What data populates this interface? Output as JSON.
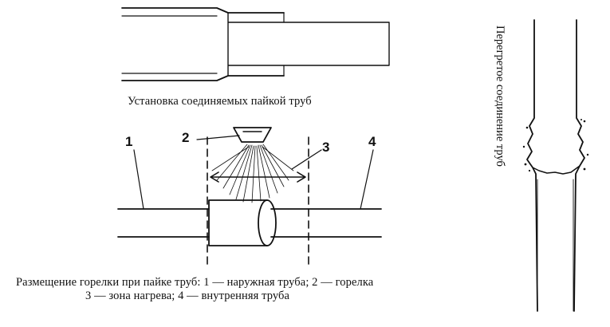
{
  "captions": {
    "top": "Установка соединяемых пайкой труб",
    "bottom_line1": "Размещение горелки при пайке труб: 1 — наружная труба; 2 — горелка",
    "bottom_line2": "3 — зона нагрева; 4 — внутренняя труба",
    "right_vertical": "Перегретое соединение труб"
  },
  "labels": {
    "n1": "1",
    "n2": "2",
    "n3": "3",
    "n4": "4"
  }
}
